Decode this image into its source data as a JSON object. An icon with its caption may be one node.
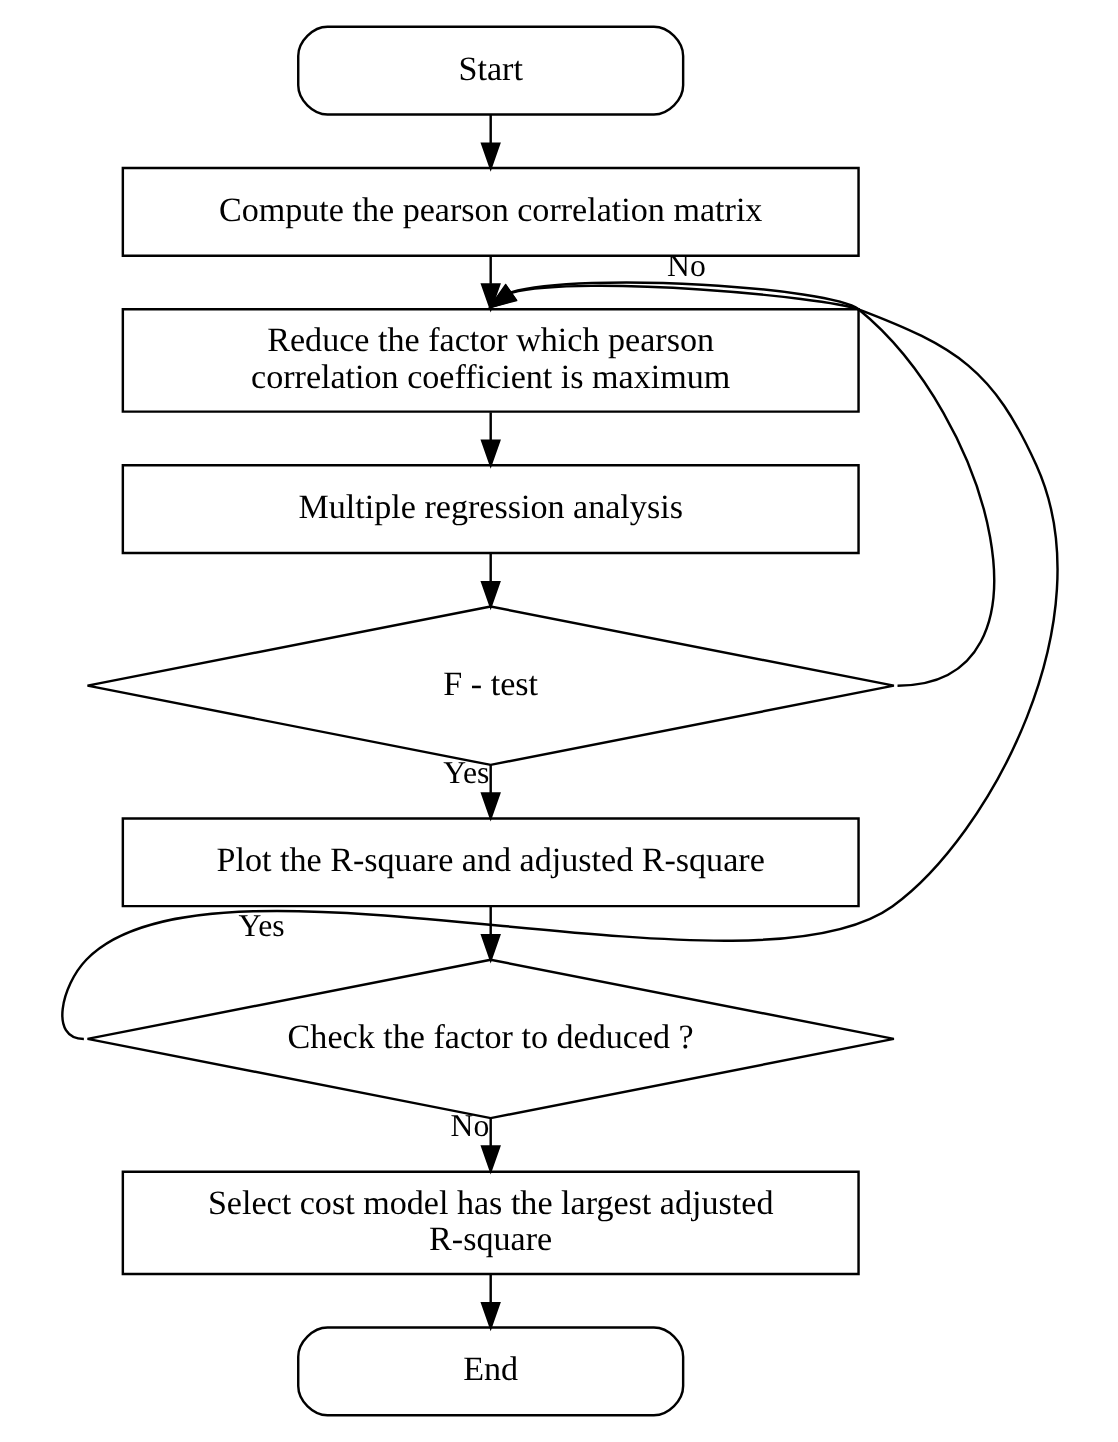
{
  "diagram": {
    "nodes": [
      {
        "text": [
          "Start"
        ]
      },
      {
        "text": [
          "Compute the pearson correlation matrix"
        ]
      },
      {
        "text": [
          "Reduce the factor which pearson correlation coefficient is maximum"
        ]
      },
      {
        "text": [
          "Multiple regression analysis"
        ]
      },
      {
        "text": [
          "F - test"
        ]
      },
      {
        "text": [
          "Plot the R-square and adjusted R-square"
        ]
      },
      {
        "text": [
          "Check the factor to deduced ?"
        ]
      },
      {
        "text": [
          "Select cost model has the largest adjusted R-square"
        ]
      },
      {
        "text": [
          "End"
        ]
      }
    ],
    "edges": [
      {
        "from": 0,
        "to": 1,
        "arrow": "to"
      },
      {
        "from": 1,
        "to": 2,
        "arrow": "to"
      },
      {
        "from": 2,
        "to": 3,
        "arrow": "to"
      },
      {
        "from": 3,
        "to": 4,
        "arrow": "to"
      },
      {
        "from": 4,
        "to": 5,
        "arrow": "to",
        "label": "Yes"
      },
      {
        "from": 4,
        "to": 2,
        "arrow": "to",
        "label": "No"
      },
      {
        "from": 5,
        "to": 6,
        "arrow": "to"
      },
      {
        "from": 6,
        "to": 2,
        "arrow": "to",
        "label": "Yes"
      },
      {
        "from": 6,
        "to": 7,
        "arrow": "to",
        "label": "No"
      },
      {
        "from": 7,
        "to": 8,
        "arrow": "to"
      }
    ]
  }
}
